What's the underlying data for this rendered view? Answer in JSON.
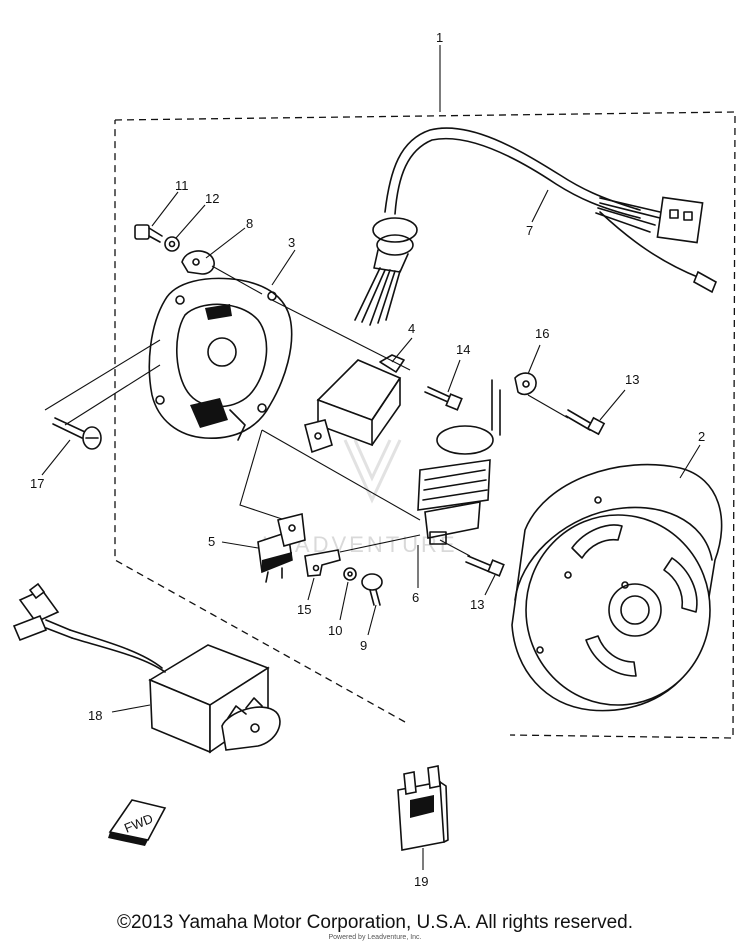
{
  "diagram": {
    "callouts": {
      "c1": "1",
      "c2": "2",
      "c3": "3",
      "c4": "4",
      "c5": "5",
      "c6": "6",
      "c7": "7",
      "c8": "8",
      "c9": "9",
      "c10": "10",
      "c11": "11",
      "c12": "12",
      "c13a": "13",
      "c13b": "13",
      "c14": "14",
      "c15": "15",
      "c16": "16",
      "c17": "17",
      "c18": "18",
      "c19": "19"
    },
    "fwd_label": "FWD",
    "watermark_text": "LEADVENTURE"
  },
  "footer": {
    "copyright": "©2013 Yamaha Motor Corporation, U.S.A. All rights reserved.",
    "sub_credit": "Powered by Leadventure, Inc."
  }
}
